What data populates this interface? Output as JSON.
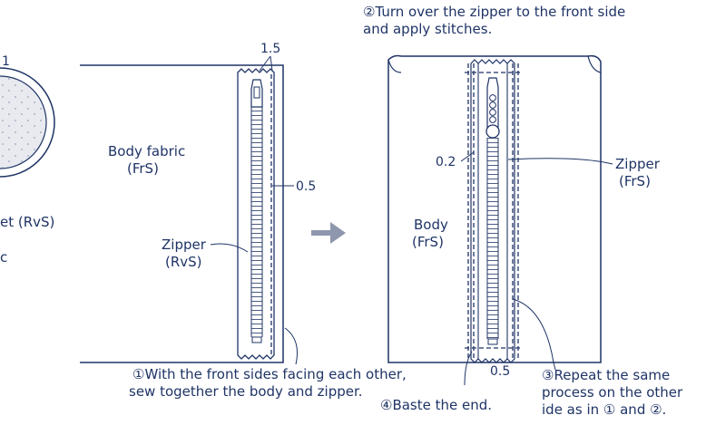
{
  "left": {
    "partial_label_top": "1",
    "partial_label_lining": "et (RvS)",
    "partial_label_fabric": "c"
  },
  "step1": {
    "dim_top": "1.5",
    "dim_side": "0.5",
    "body_label_line1": "Body fabric",
    "body_label_line2": "(FrS)",
    "zipper_label_line1": "Zipper",
    "zipper_label_line2": "(RvS)",
    "caption_line1": "①With the front sides facing each other,",
    "caption_line2": "sew together the body and zipper."
  },
  "step2": {
    "caption_line1": "②Turn over the zipper to the front side",
    "caption_line2": "and apply stitches.",
    "dim_left": "0.2",
    "dim_bottom": "0.5",
    "body_label_line1": "Body",
    "body_label_line2": "(FrS)",
    "zipper_label_line1": "Zipper",
    "zipper_label_line2": "(FrS)",
    "step3_line1": "③Repeat the same",
    "step3_line2": "process on the other",
    "step3_line3": "ide as in ① and ②.",
    "step4": "④Baste the end."
  },
  "colors": {
    "ink": "#1f3466",
    "arrow": "#8e97ad",
    "dots": "#aab2c4",
    "lining": "#e8eaf0"
  }
}
